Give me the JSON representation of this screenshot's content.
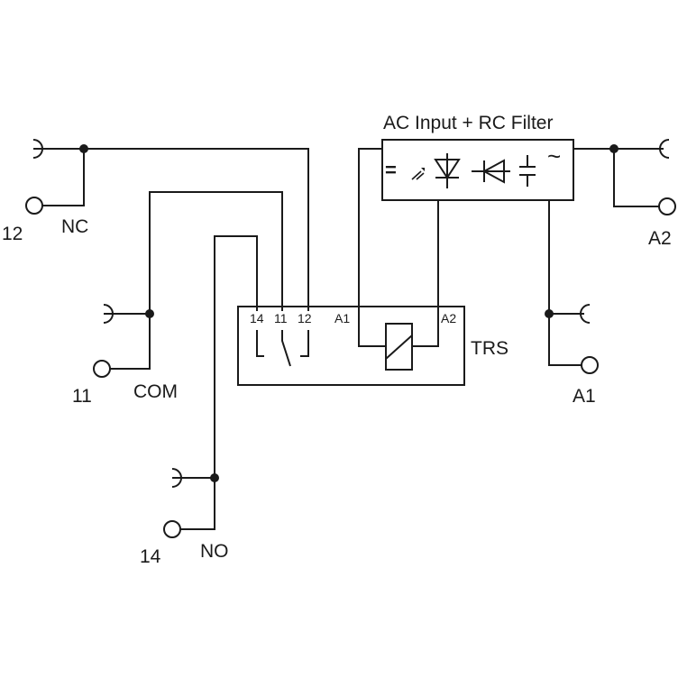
{
  "diagram": {
    "module_title": "AC Input + RC Filter",
    "module_symbols": [
      "=",
      "~"
    ],
    "relay_label": "TRS",
    "relay_pins": {
      "pin14": "14",
      "pin11": "11",
      "pin12": "12",
      "a1": "A1",
      "a2": "A2"
    },
    "terminals": {
      "nc": {
        "number": "12",
        "name": "NC"
      },
      "com": {
        "number": "11",
        "name": "COM"
      },
      "no": {
        "number": "14",
        "name": "NO"
      },
      "a2": {
        "name": "A2"
      },
      "a1": {
        "name": "A1"
      }
    }
  }
}
